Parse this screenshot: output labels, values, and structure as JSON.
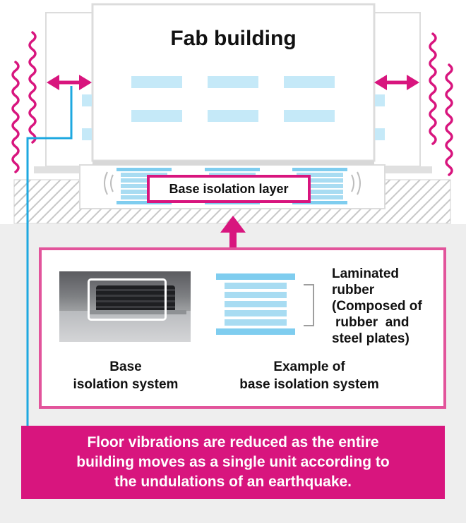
{
  "building": {
    "title": "Fab building"
  },
  "isolation_layer": {
    "label": "Base isolation layer"
  },
  "detail": {
    "laminated_rubber_lines": [
      "Laminated",
      "rubber",
      "(Composed of",
      "rubber  and",
      "steel plates)"
    ],
    "photo_caption_lines": [
      "Base",
      "isolation system"
    ],
    "example_caption_lines": [
      "Example of",
      "base isolation system"
    ]
  },
  "banner": {
    "lines": [
      "Floor vibrations are reduced as the entire",
      "building moves as a single unit according to",
      "the undulations of an earthquake."
    ]
  },
  "colors": {
    "accent": "#d8157e",
    "line_blue": "#1ea8e0",
    "bearing_blue": "#a8dcf2",
    "window_blue": "#c5e9f8",
    "ground_gray": "#eeeeee",
    "hatch_gray": "#d9d9d9"
  },
  "icons": [
    "vibration-wave-icon",
    "double-arrow-icon",
    "up-arrow-icon",
    "sound-wave-icon"
  ]
}
